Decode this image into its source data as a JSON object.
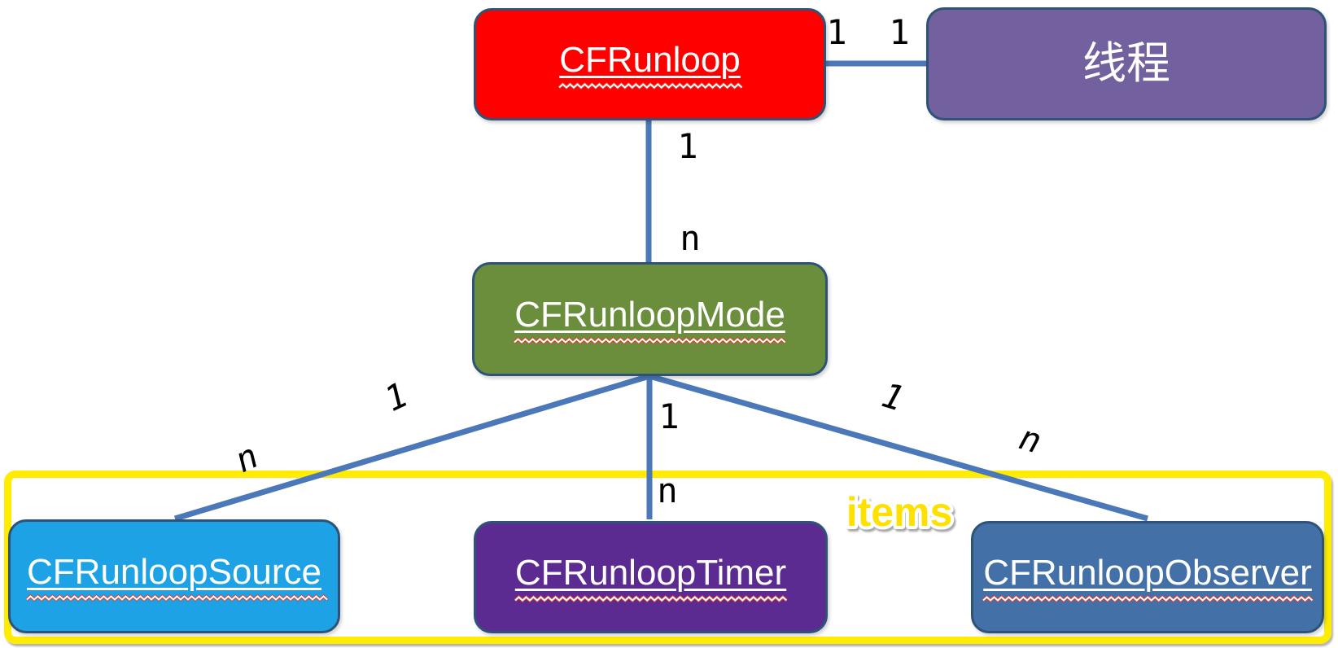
{
  "diagram": {
    "description": "CFRunLoop entity relationship diagram"
  },
  "colors": {
    "line": "#4a78b8",
    "box_border": "#2e5377",
    "group_border": "#ffec00",
    "label_text": "#ffffff",
    "multiplicity_text": "#000000",
    "items_fill": "#ffe100",
    "items_outline": "#ffffff",
    "squiggle_red": "#e03a2f",
    "squiggle_white": "#ffffff"
  },
  "nodes": {
    "cfrunloop": {
      "label": "CFRunloop",
      "fill": "#fe0000"
    },
    "thread": {
      "label": "线程",
      "fill": "#73609f"
    },
    "mode": {
      "label": "CFRunloopMode",
      "fill": "#6b8e3d"
    },
    "source": {
      "label": "CFRunloopSource",
      "fill": "#1ea2e6"
    },
    "timer": {
      "label": "CFRunloopTimer",
      "fill": "#5b2b92"
    },
    "observer": {
      "label": "CFRunloopObserver",
      "fill": "#4470a8"
    }
  },
  "edges": {
    "runloop_thread": {
      "from": "cfrunloop",
      "to": "thread",
      "from_label": "1",
      "to_label": "1"
    },
    "runloop_mode": {
      "from": "cfrunloop",
      "to": "mode",
      "from_label": "1",
      "to_label": "n"
    },
    "mode_source": {
      "from": "mode",
      "to": "source",
      "from_label": "1",
      "to_label": "n"
    },
    "mode_timer": {
      "from": "mode",
      "to": "timer",
      "from_label": "1",
      "to_label": "n"
    },
    "mode_observer": {
      "from": "mode",
      "to": "observer",
      "from_label": "1",
      "to_label": "n"
    }
  },
  "group": {
    "label": "items"
  }
}
